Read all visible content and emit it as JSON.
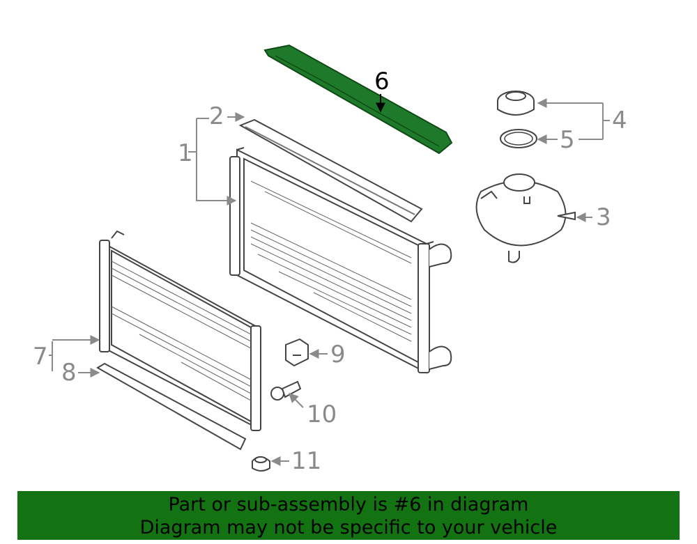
{
  "banner": {
    "line1": "Part or sub-assembly is #6 in diagram",
    "line2": "Diagram may not be specific to your vehicle",
    "background": "#137313"
  },
  "highlight_color": "#1e7a2a",
  "callouts": [
    {
      "label": "1"
    },
    {
      "label": "2"
    },
    {
      "label": "3"
    },
    {
      "label": "4"
    },
    {
      "label": "5"
    },
    {
      "label": "6"
    },
    {
      "label": "7"
    },
    {
      "label": "8"
    },
    {
      "label": "9"
    },
    {
      "label": "10"
    },
    {
      "label": "11"
    }
  ]
}
